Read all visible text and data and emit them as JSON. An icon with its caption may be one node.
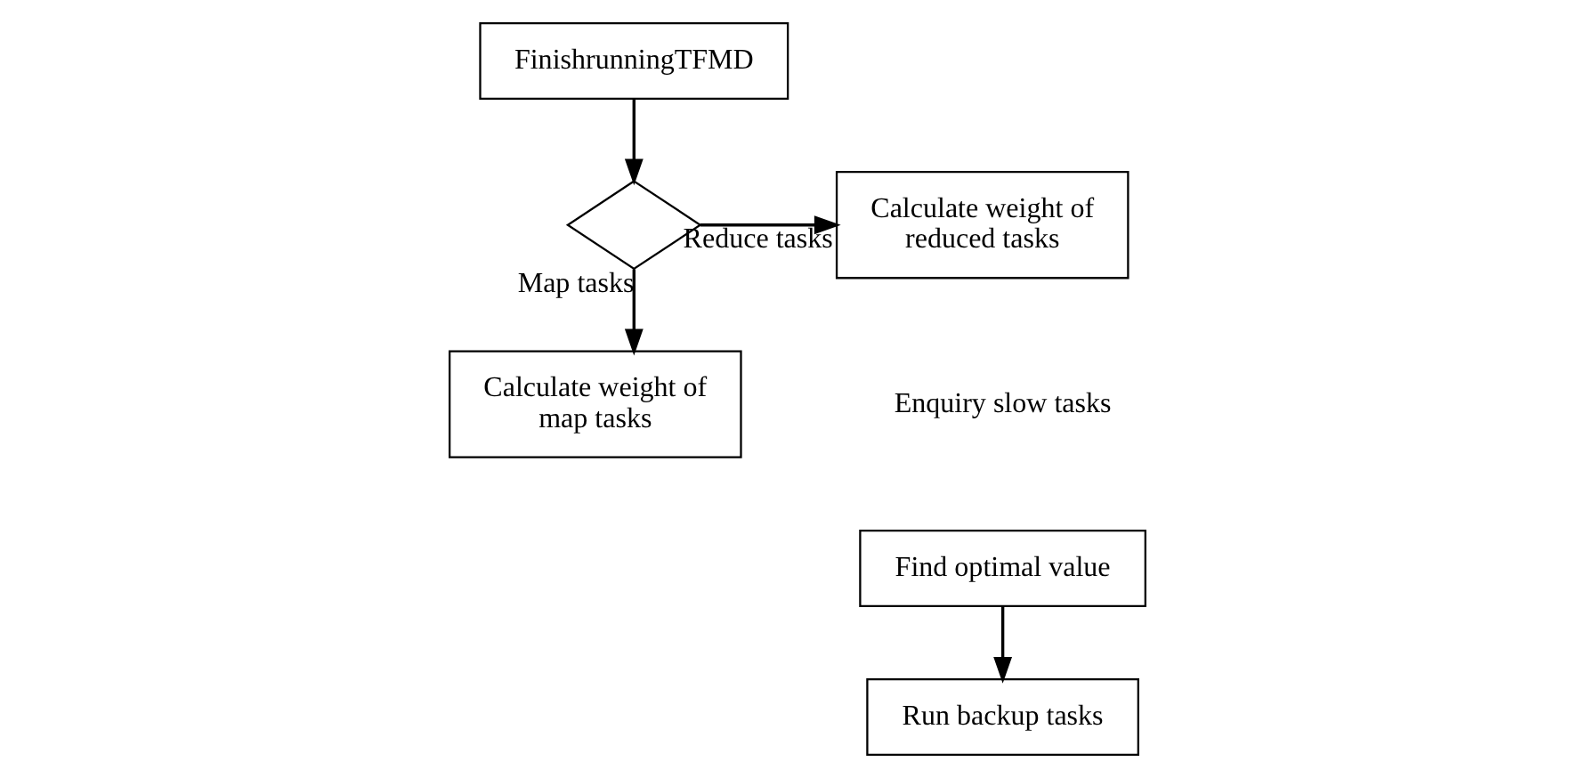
{
  "diagram": {
    "nodes": [
      {
        "text": [
          "FinishrunningTFMD"
        ]
      },
      {
        "text": [],
        "shape": "diamond"
      },
      {
        "text": [
          "Calculate weight of reduced tasks"
        ]
      },
      {
        "text": [
          "Calculate weight of map tasks"
        ]
      },
      {
        "text": [
          "Find optimal value"
        ]
      },
      {
        "text": [
          "Run backup tasks"
        ]
      }
    ],
    "edges": [
      {
        "from": 0,
        "to": 1,
        "arrow": "to"
      },
      {
        "from": 1,
        "to": 2,
        "arrow": "to",
        "label": "Reduce tasks"
      },
      {
        "from": 1,
        "to": 3,
        "arrow": "to",
        "label": "Map tasks"
      },
      {
        "from": 4,
        "to": 5,
        "arrow": "to"
      }
    ],
    "labels": [
      "Enquiry slow tasks"
    ]
  }
}
